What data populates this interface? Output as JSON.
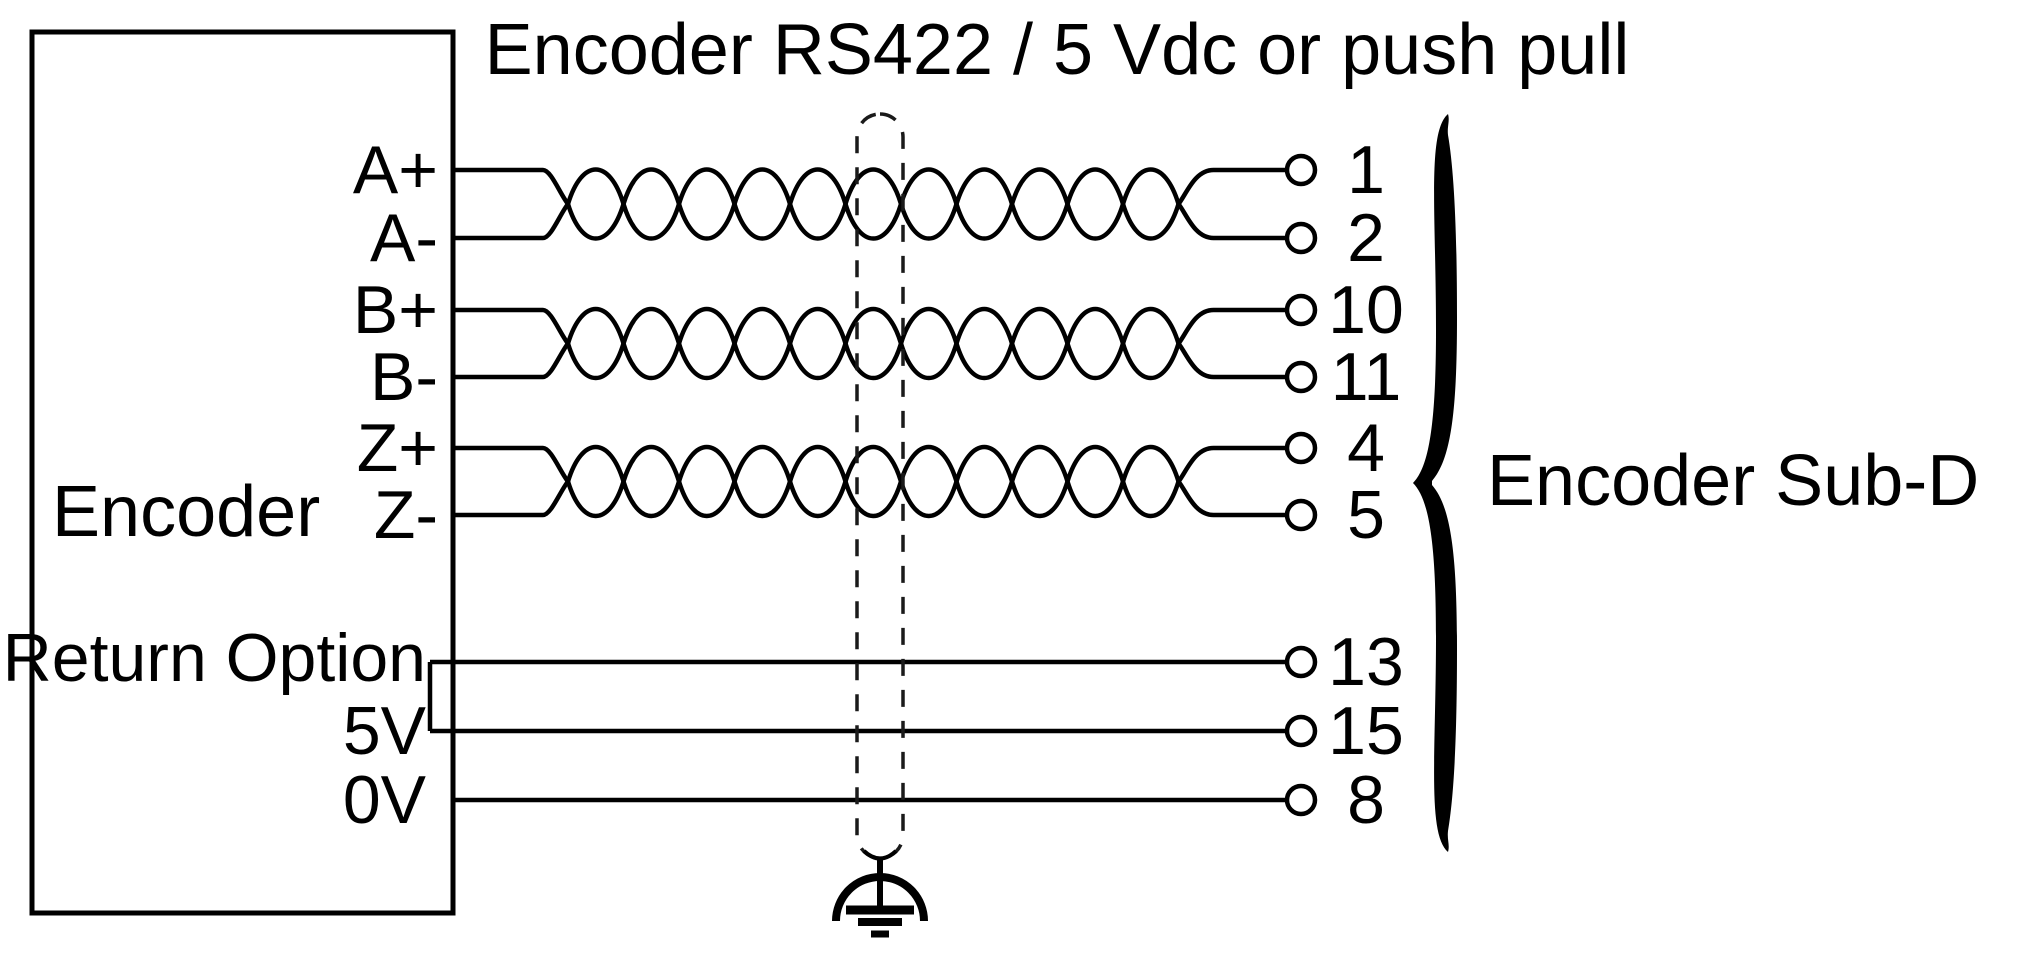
{
  "title": "Encoder RS422 / 5 Vdc or push pull",
  "encoder_box": {
    "label": "Encoder"
  },
  "connector": {
    "label": "Encoder Sub-D"
  },
  "pairs": [
    {
      "plus": "A+",
      "minus": "A-",
      "plus_pin": "1",
      "minus_pin": "2"
    },
    {
      "plus": "B+",
      "minus": "B-",
      "plus_pin": "10",
      "minus_pin": "11"
    },
    {
      "plus": "Z+",
      "minus": "Z-",
      "plus_pin": "4",
      "minus_pin": "5"
    }
  ],
  "power_wires": [
    {
      "label": "Return Option",
      "pin": "13"
    },
    {
      "label": "5V",
      "pin": "15"
    },
    {
      "label": "0V",
      "pin": "8"
    }
  ],
  "colors": {
    "line": "#000000",
    "background": "#ffffff"
  }
}
